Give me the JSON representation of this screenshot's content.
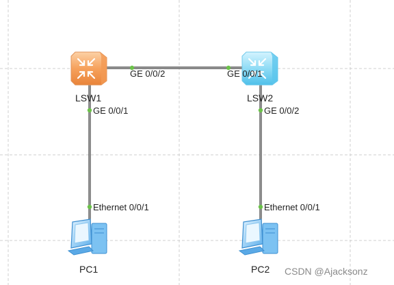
{
  "colors": {
    "grid": "#cfcfcf",
    "link": "#6b6b6b",
    "port_dot": "#6cc24a",
    "lsw1_body": "#f6a15c",
    "lsw2_body": "#7fd6f2",
    "pc_body": "#6ab8f0"
  },
  "devices": {
    "lsw1": {
      "name": "LSW1",
      "icon": "switch-icon"
    },
    "lsw2": {
      "name": "LSW2",
      "icon": "switch-icon"
    },
    "pc1": {
      "name": "PC1",
      "icon": "pc-icon"
    },
    "pc2": {
      "name": "PC2",
      "icon": "pc-icon"
    }
  },
  "links": [
    {
      "from": "LSW1",
      "from_port": "GE 0/0/2",
      "to": "LSW2",
      "to_port": "GE 0/0/1"
    },
    {
      "from": "LSW1",
      "from_port": "GE 0/0/1",
      "to": "PC1",
      "to_port": "Ethernet 0/0/1"
    },
    {
      "from": "LSW2",
      "from_port": "GE 0/0/2",
      "to": "PC2",
      "to_port": "Ethernet 0/0/1"
    }
  ],
  "watermark": "CSDN @Ajacksonz"
}
